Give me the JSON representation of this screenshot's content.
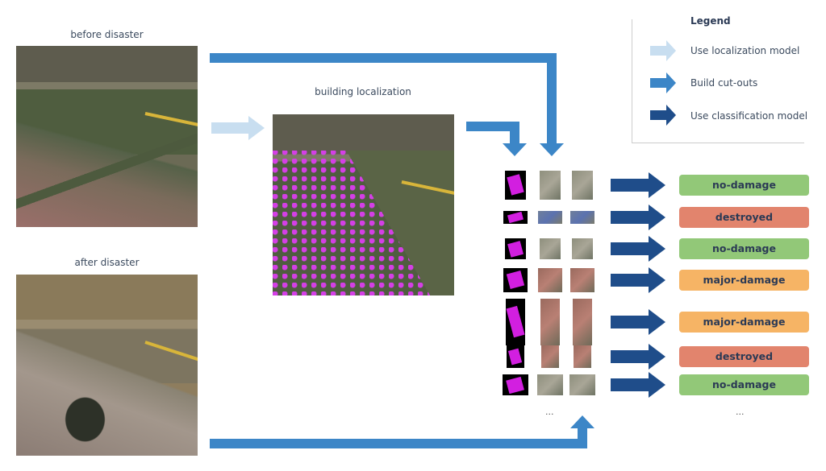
{
  "labels": {
    "before": "before disaster",
    "after": "after disaster",
    "localization": "building localization"
  },
  "legend": {
    "title": "Legend",
    "items": [
      {
        "label": "Use localization model",
        "color": "#c8def0"
      },
      {
        "label": "Build cut-outs",
        "color": "#3c86c7"
      },
      {
        "label": "Use classification model",
        "color": "#1f4d8a"
      }
    ]
  },
  "rows": [
    {
      "label": "no-damage",
      "color": "#92c878"
    },
    {
      "label": "destroyed",
      "color": "#e2846d"
    },
    {
      "label": "no-damage",
      "color": "#92c878"
    },
    {
      "label": "major-damage",
      "color": "#f6b465"
    },
    {
      "label": "major-damage",
      "color": "#f6b465"
    },
    {
      "label": "destroyed",
      "color": "#e2846d"
    },
    {
      "label": "no-damage",
      "color": "#92c878"
    }
  ],
  "ellipsis": "..."
}
